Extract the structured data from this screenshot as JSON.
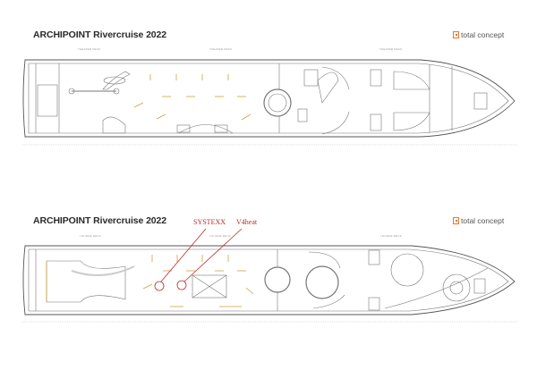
{
  "plans": [
    {
      "title": "ARCHIPOINT Rivercruise 2022",
      "logo": "total concept",
      "deck_labels": [
        "THEATER DECK",
        "THEATER DECK",
        "THEATER DECK"
      ]
    },
    {
      "title": "ARCHIPOINT Rivercruise 2022",
      "logo": "total concept",
      "deck_labels": [
        "LOUNGE DECK",
        "LOUNGE DECK",
        "LOUNGE DECK"
      ],
      "annotations": [
        "SYSTEXX",
        "V4heat"
      ]
    }
  ],
  "colors": {
    "annotation": "#c0282b",
    "logo": "#e8752a"
  }
}
